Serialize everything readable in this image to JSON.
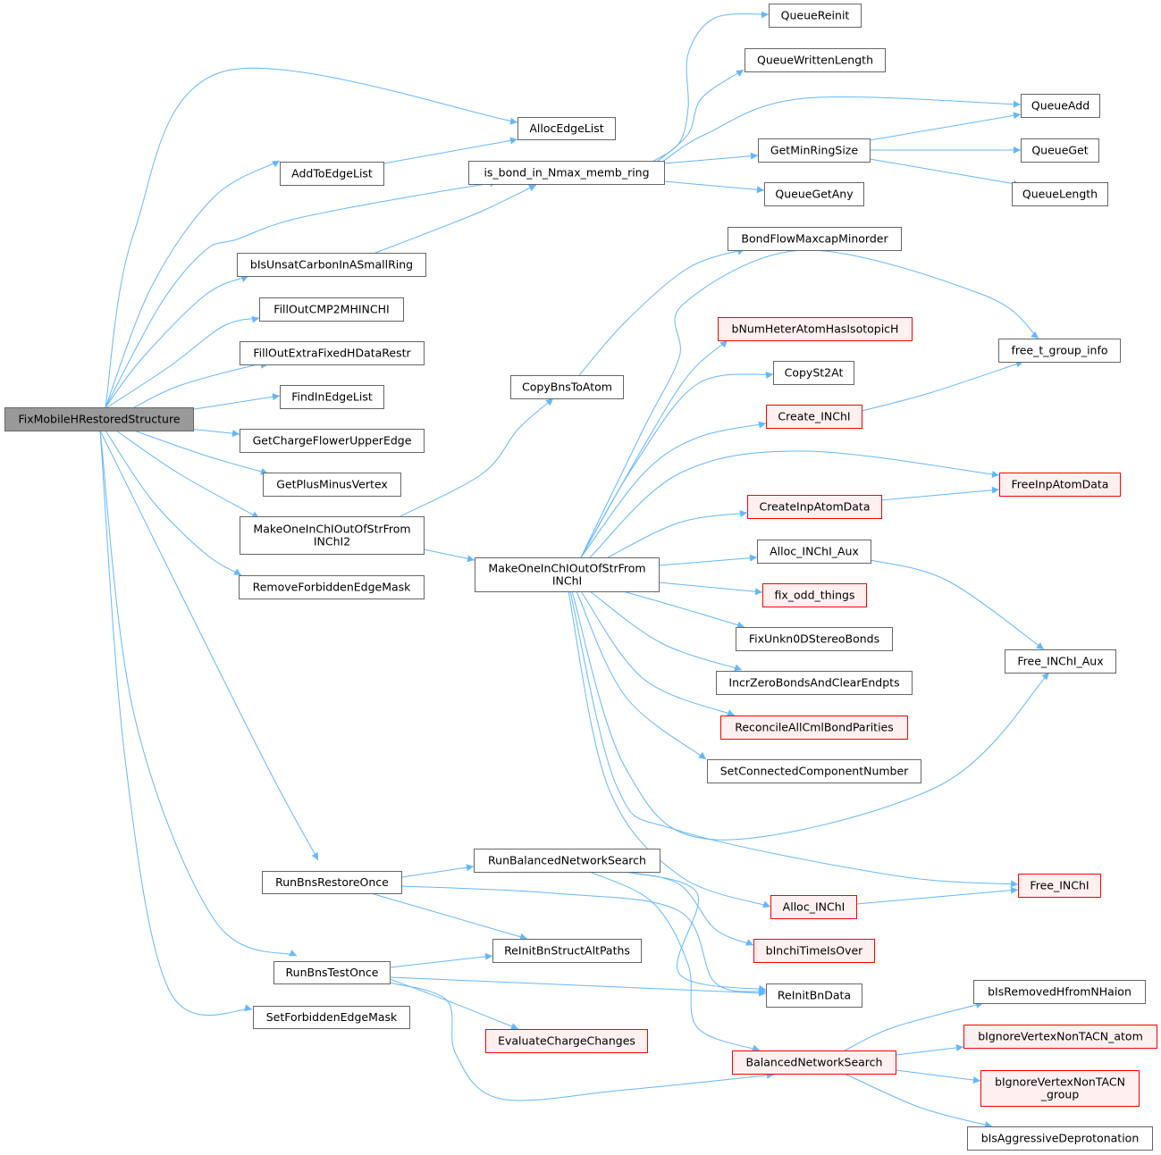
{
  "graph": {
    "nodes": [
      {
        "id": "root",
        "lines": [
          "FixMobileHRestoredStructure"
        ],
        "style": "root"
      },
      {
        "id": "AllocEdgeList",
        "lines": [
          "AllocEdgeList"
        ]
      },
      {
        "id": "AddToEdgeList",
        "lines": [
          "AddToEdgeList"
        ]
      },
      {
        "id": "is_bond",
        "lines": [
          "is_bond_in_Nmax_memb_ring"
        ]
      },
      {
        "id": "bIsUnsat",
        "lines": [
          "bIsUnsatCarbonInASmallRing"
        ]
      },
      {
        "id": "FillOutCMP",
        "lines": [
          "FillOutCMP2MHINCHI"
        ]
      },
      {
        "id": "FillOutExtra",
        "lines": [
          "FillOutExtraFixedHDataRestr"
        ]
      },
      {
        "id": "FindInEdgeList",
        "lines": [
          "FindInEdgeList"
        ]
      },
      {
        "id": "GetChargeFlower",
        "lines": [
          "GetChargeFlowerUpperEdge"
        ]
      },
      {
        "id": "GetPlusMinus",
        "lines": [
          "GetPlusMinusVertex"
        ]
      },
      {
        "id": "MakeOne2",
        "lines": [
          "MakeOneInChIOutOfStrFrom",
          "INChI2"
        ]
      },
      {
        "id": "RemoveForbidden",
        "lines": [
          "RemoveForbiddenEdgeMask"
        ]
      },
      {
        "id": "RunBnsRestore",
        "lines": [
          "RunBnsRestoreOnce"
        ]
      },
      {
        "id": "RunBnsTest",
        "lines": [
          "RunBnsTestOnce"
        ]
      },
      {
        "id": "SetForbidden",
        "lines": [
          "SetForbiddenEdgeMask"
        ]
      },
      {
        "id": "QueueReinit",
        "lines": [
          "QueueReinit"
        ]
      },
      {
        "id": "QueueWritten",
        "lines": [
          "QueueWrittenLength"
        ]
      },
      {
        "id": "QueueAdd",
        "lines": [
          "QueueAdd"
        ]
      },
      {
        "id": "GetMinRing",
        "lines": [
          "GetMinRingSize"
        ]
      },
      {
        "id": "QueueGet",
        "lines": [
          "QueueGet"
        ]
      },
      {
        "id": "QueueLength",
        "lines": [
          "QueueLength"
        ]
      },
      {
        "id": "QueueGetAny",
        "lines": [
          "QueueGetAny"
        ]
      },
      {
        "id": "BondFlow",
        "lines": [
          "BondFlowMaxcapMinorder"
        ]
      },
      {
        "id": "CopyBns",
        "lines": [
          "CopyBnsToAtom"
        ]
      },
      {
        "id": "bNumHeter",
        "lines": [
          "bNumHeterAtomHasIsotopicH"
        ],
        "style": "trunc"
      },
      {
        "id": "CopySt2At",
        "lines": [
          "CopySt2At"
        ]
      },
      {
        "id": "Create_INChI",
        "lines": [
          "Create_INChI"
        ],
        "style": "trunc"
      },
      {
        "id": "free_t_group",
        "lines": [
          "free_t_group_info"
        ]
      },
      {
        "id": "FreeInpAtom",
        "lines": [
          "FreeInpAtomData"
        ],
        "style": "trunc"
      },
      {
        "id": "CreateInpAtom",
        "lines": [
          "CreateInpAtomData"
        ],
        "style": "trunc"
      },
      {
        "id": "MakeOne",
        "lines": [
          "MakeOneInChIOutOfStrFrom",
          "INChI"
        ]
      },
      {
        "id": "Alloc_Aux",
        "lines": [
          "Alloc_INChI_Aux"
        ]
      },
      {
        "id": "fix_odd",
        "lines": [
          "fix_odd_things"
        ],
        "style": "trunc"
      },
      {
        "id": "FixUnkn",
        "lines": [
          "FixUnkn0DStereoBonds"
        ]
      },
      {
        "id": "IncrZero",
        "lines": [
          "IncrZeroBondsAndClearEndpts"
        ]
      },
      {
        "id": "Reconcile",
        "lines": [
          "ReconcileAllCmlBondParities"
        ],
        "style": "trunc"
      },
      {
        "id": "SetConnected",
        "lines": [
          "SetConnectedComponentNumber"
        ]
      },
      {
        "id": "Free_Aux",
        "lines": [
          "Free_INChI_Aux"
        ]
      },
      {
        "id": "RunBalanced",
        "lines": [
          "RunBalancedNetworkSearch"
        ]
      },
      {
        "id": "Free_INChI",
        "lines": [
          "Free_INChI"
        ],
        "style": "trunc"
      },
      {
        "id": "Alloc_INChI",
        "lines": [
          "Alloc_INChI"
        ],
        "style": "trunc"
      },
      {
        "id": "bInchiTime",
        "lines": [
          "bInchiTimeIsOver"
        ],
        "style": "trunc"
      },
      {
        "id": "ReInitAlt",
        "lines": [
          "ReInitBnStructAltPaths"
        ]
      },
      {
        "id": "ReInitBnData",
        "lines": [
          "ReInitBnData"
        ]
      },
      {
        "id": "bIsRemoved",
        "lines": [
          "bIsRemovedHfromNHaion"
        ]
      },
      {
        "id": "EvaluateCharge",
        "lines": [
          "EvaluateChargeChanges"
        ],
        "style": "trunc"
      },
      {
        "id": "bIgnoreAtom",
        "lines": [
          "bIgnoreVertexNonTACN_atom"
        ],
        "style": "trunc"
      },
      {
        "id": "BalancedNS",
        "lines": [
          "BalancedNetworkSearch"
        ],
        "style": "trunc"
      },
      {
        "id": "bIgnoreGroup",
        "lines": [
          "bIgnoreVertexNonTACN",
          "_group"
        ],
        "style": "trunc"
      },
      {
        "id": "bIsAggressive",
        "lines": [
          "bIsAggressiveDeprotonation"
        ]
      }
    ],
    "edges": [
      [
        "root",
        "AllocEdgeList"
      ],
      [
        "root",
        "AddToEdgeList"
      ],
      [
        "root",
        "is_bond"
      ],
      [
        "root",
        "bIsUnsat"
      ],
      [
        "root",
        "FillOutCMP"
      ],
      [
        "root",
        "FillOutExtra"
      ],
      [
        "root",
        "FindInEdgeList"
      ],
      [
        "root",
        "GetChargeFlower"
      ],
      [
        "root",
        "GetPlusMinus"
      ],
      [
        "root",
        "MakeOne2"
      ],
      [
        "root",
        "RemoveForbidden"
      ],
      [
        "root",
        "RunBnsRestore"
      ],
      [
        "root",
        "RunBnsTest"
      ],
      [
        "root",
        "SetForbidden"
      ],
      [
        "AddToEdgeList",
        "AllocEdgeList"
      ],
      [
        "bIsUnsat",
        "is_bond"
      ],
      [
        "is_bond",
        "QueueReinit"
      ],
      [
        "is_bond",
        "QueueWritten"
      ],
      [
        "is_bond",
        "QueueAdd"
      ],
      [
        "is_bond",
        "GetMinRing"
      ],
      [
        "is_bond",
        "QueueGetAny"
      ],
      [
        "GetMinRing",
        "QueueAdd"
      ],
      [
        "GetMinRing",
        "QueueGet"
      ],
      [
        "GetMinRing",
        "QueueLength"
      ],
      [
        "MakeOne2",
        "CopyBns"
      ],
      [
        "MakeOne2",
        "MakeOne"
      ],
      [
        "CopyBns",
        "BondFlow"
      ],
      [
        "MakeOne",
        "free_t_group"
      ],
      [
        "MakeOne",
        "bNumHeter"
      ],
      [
        "MakeOne",
        "CopySt2At"
      ],
      [
        "MakeOne",
        "Create_INChI"
      ],
      [
        "MakeOne",
        "FreeInpAtom"
      ],
      [
        "MakeOne",
        "CreateInpAtom"
      ],
      [
        "MakeOne",
        "Alloc_Aux"
      ],
      [
        "MakeOne",
        "fix_odd"
      ],
      [
        "MakeOne",
        "FixUnkn"
      ],
      [
        "MakeOne",
        "IncrZero"
      ],
      [
        "MakeOne",
        "Reconcile"
      ],
      [
        "MakeOne",
        "SetConnected"
      ],
      [
        "MakeOne",
        "Free_Aux"
      ],
      [
        "MakeOne",
        "Free_INChI"
      ],
      [
        "MakeOne",
        "Alloc_INChI"
      ],
      [
        "Create_INChI",
        "free_t_group"
      ],
      [
        "CreateInpAtom",
        "FreeInpAtom"
      ],
      [
        "Alloc_Aux",
        "Free_Aux"
      ],
      [
        "Alloc_INChI",
        "Free_INChI"
      ],
      [
        "RunBnsRestore",
        "RunBalanced"
      ],
      [
        "RunBnsRestore",
        "ReInitAlt"
      ],
      [
        "RunBnsRestore",
        "ReInitBnData"
      ],
      [
        "RunBalanced",
        "bInchiTime"
      ],
      [
        "RunBalanced",
        "ReInitBnData"
      ],
      [
        "RunBalanced",
        "BalancedNS"
      ],
      [
        "RunBnsTest",
        "ReInitAlt"
      ],
      [
        "RunBnsTest",
        "ReInitBnData"
      ],
      [
        "RunBnsTest",
        "EvaluateCharge"
      ],
      [
        "RunBnsTest",
        "BalancedNS"
      ],
      [
        "BalancedNS",
        "bIsRemoved"
      ],
      [
        "BalancedNS",
        "bIgnoreAtom"
      ],
      [
        "BalancedNS",
        "bIgnoreGroup"
      ],
      [
        "BalancedNS",
        "bIsAggressive"
      ]
    ]
  }
}
